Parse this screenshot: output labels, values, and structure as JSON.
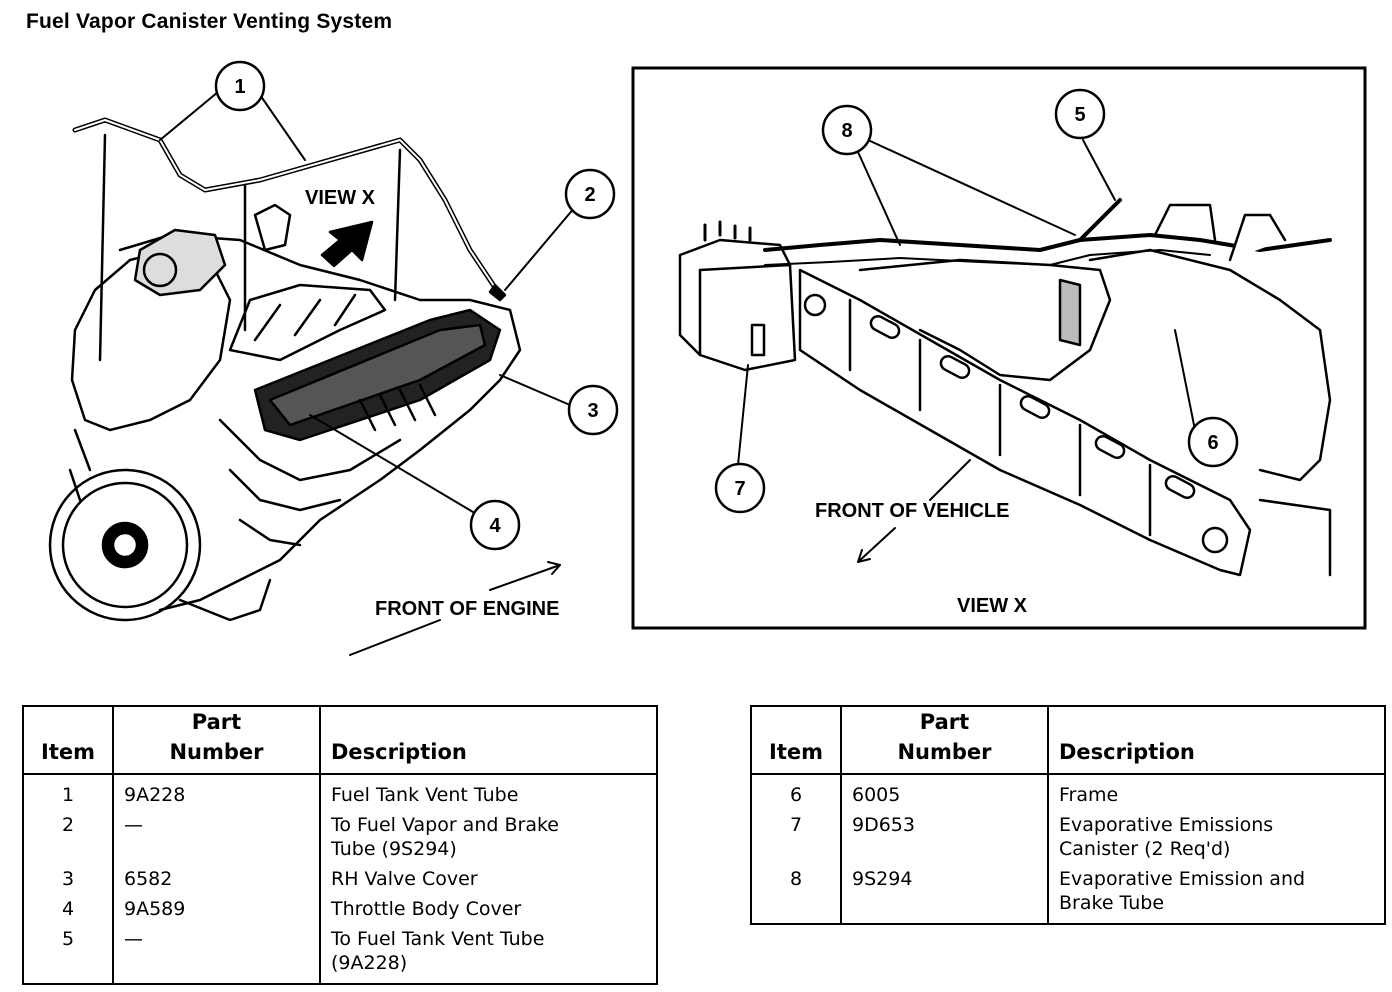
{
  "title": "Fuel Vapor Canister Venting System",
  "callouts": {
    "c1": "1",
    "c2": "2",
    "c3": "3",
    "c4": "4",
    "c5": "5",
    "c6": "6",
    "c7": "7",
    "c8": "8"
  },
  "labels": {
    "view_x_arrow": "VIEW X",
    "front_of_engine": "FRONT OF ENGINE",
    "front_of_vehicle": "FRONT OF VEHICLE",
    "view_x_caption": "VIEW X"
  },
  "table_headers": {
    "item": "Item",
    "part_line1": "Part",
    "part_line2": "Number",
    "description": "Description"
  },
  "table_left": [
    {
      "item": "1",
      "part": "9A228",
      "desc1": "Fuel Tank Vent Tube",
      "desc2": ""
    },
    {
      "item": "2",
      "part": "—",
      "desc1": "To Fuel Vapor and Brake",
      "desc2": "Tube (9S294)"
    },
    {
      "item": "3",
      "part": "6582",
      "desc1": "RH Valve Cover",
      "desc2": ""
    },
    {
      "item": "4",
      "part": "9A589",
      "desc1": "Throttle Body Cover",
      "desc2": ""
    },
    {
      "item": "5",
      "part": "—",
      "desc1": "To Fuel Tank Vent Tube",
      "desc2": "(9A228)"
    }
  ],
  "table_right": [
    {
      "item": "6",
      "part": "6005",
      "desc1": "Frame",
      "desc2": ""
    },
    {
      "item": "7",
      "part": "9D653",
      "desc1": "Evaporative Emissions",
      "desc2": "Canister (2 Req'd)"
    },
    {
      "item": "8",
      "part": "9S294",
      "desc1": "Evaporative Emission and",
      "desc2": "Brake Tube"
    }
  ]
}
